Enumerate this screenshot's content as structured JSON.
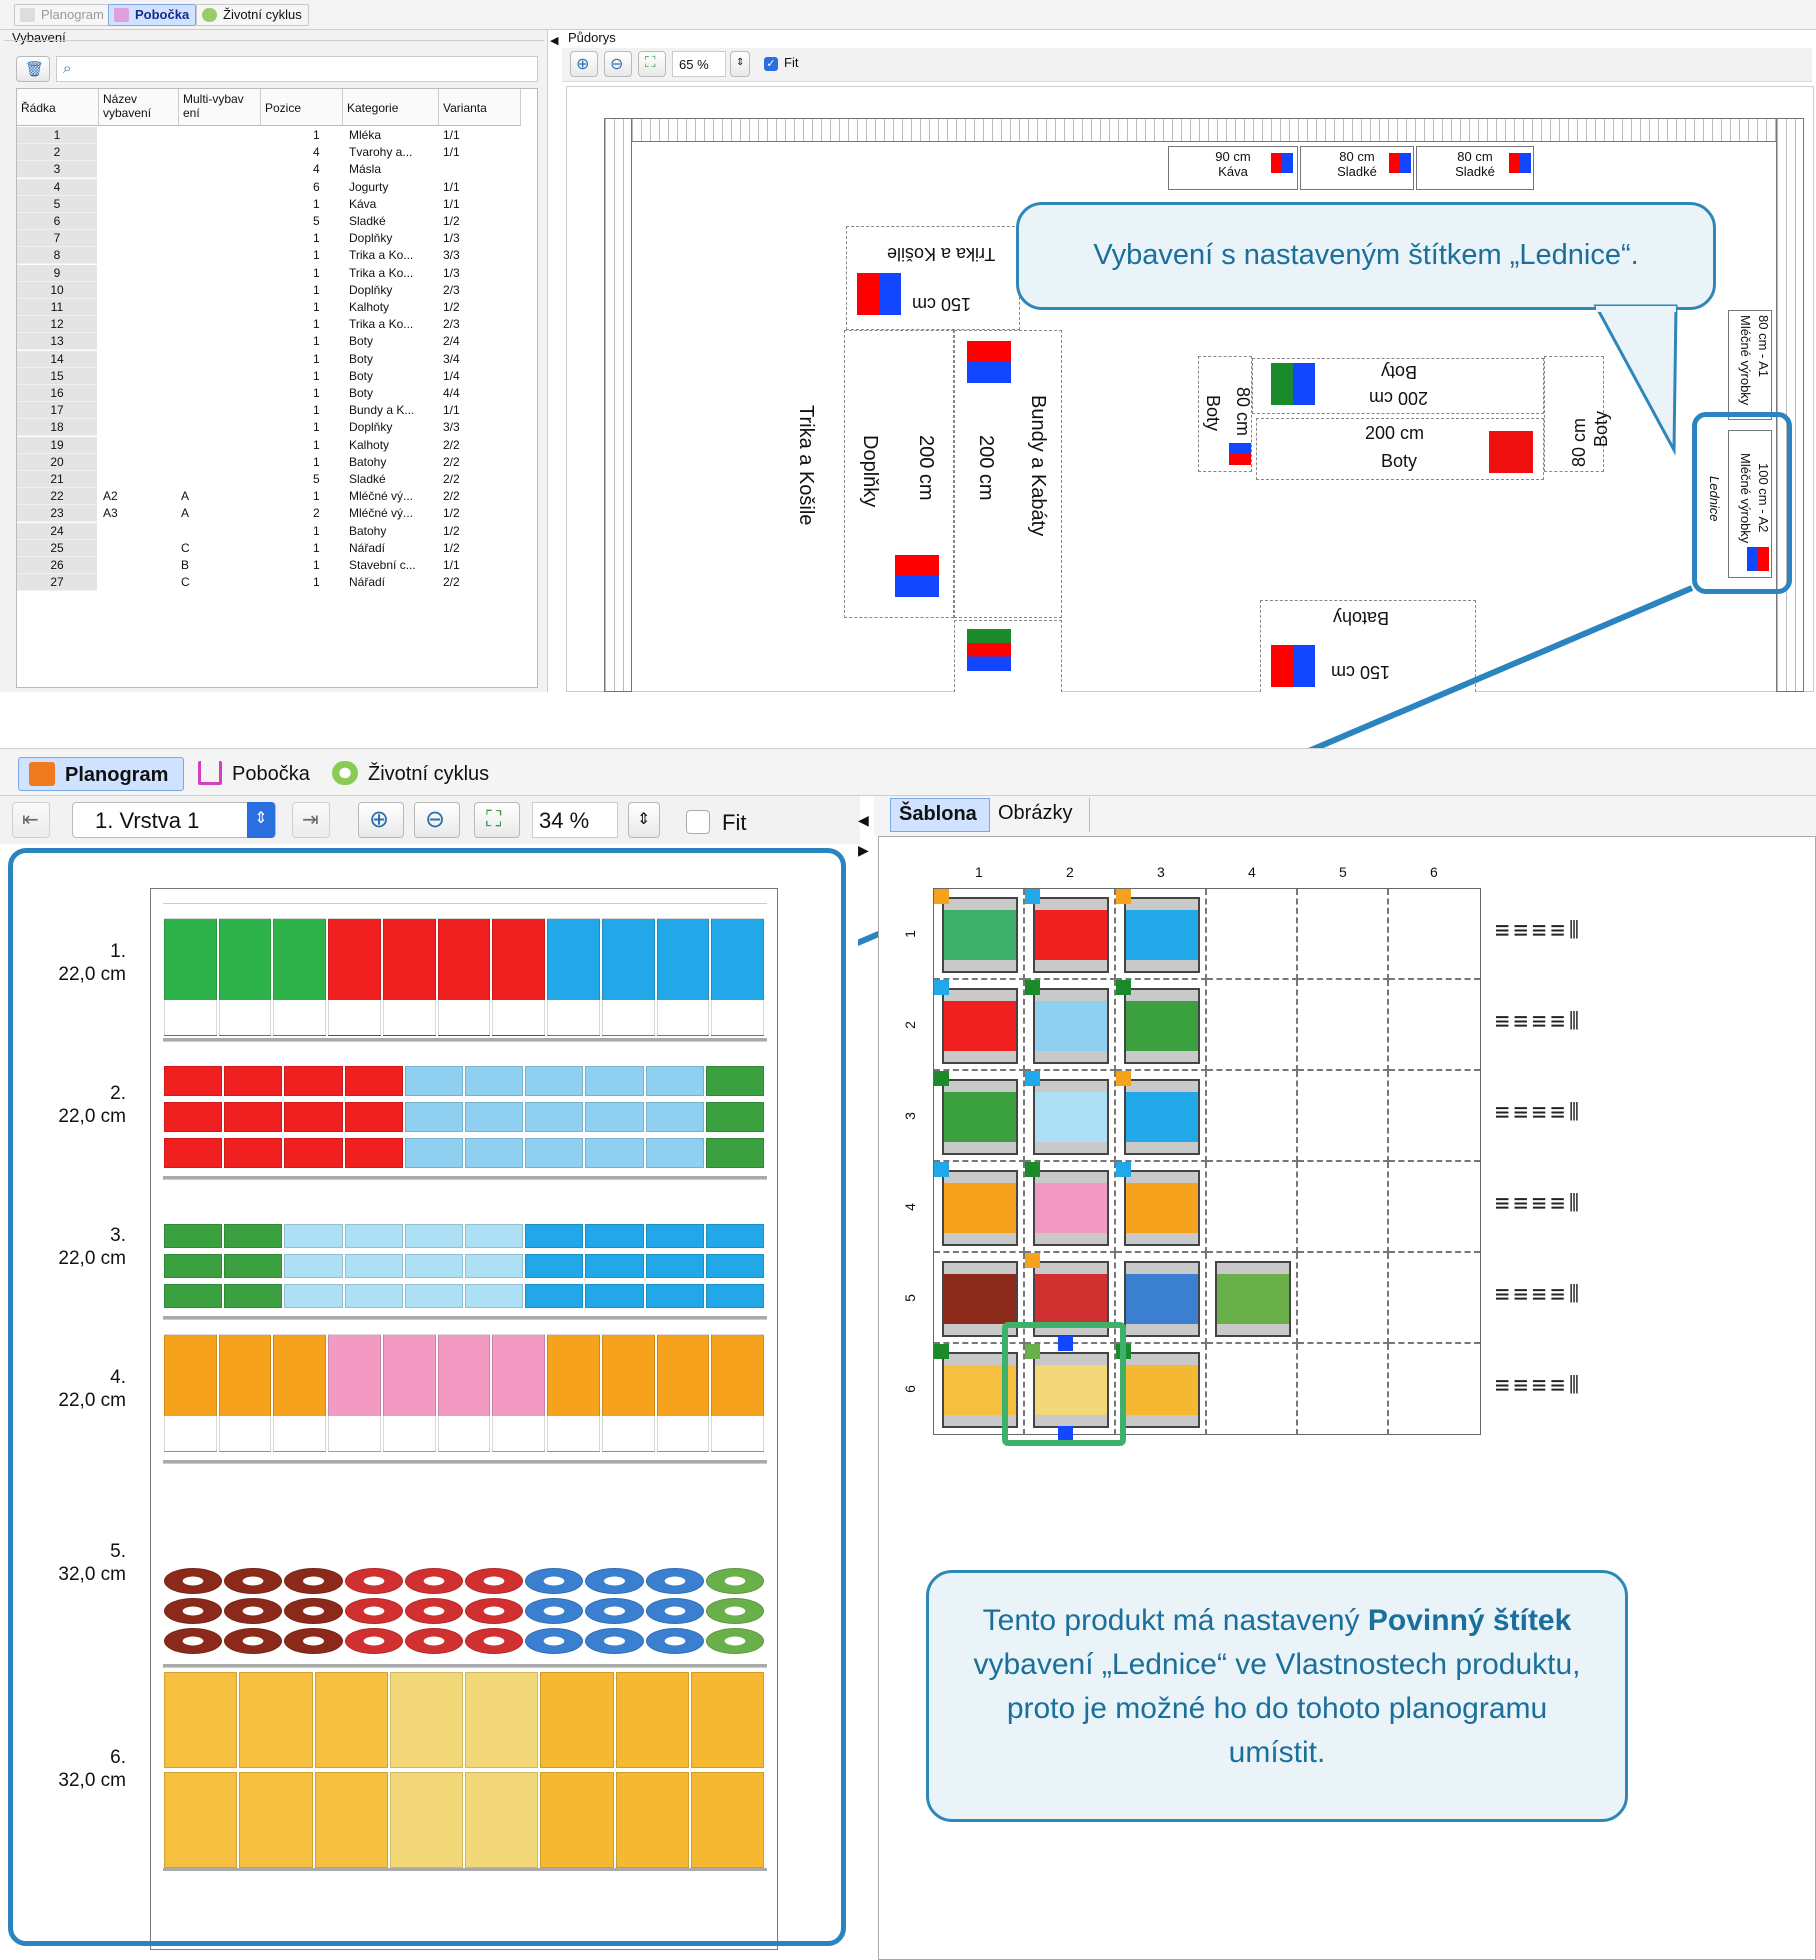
{
  "top_tabs": [
    "Planogram",
    "Pobočka",
    "Životní cyklus"
  ],
  "equipment": {
    "title": "Vybavení",
    "search_placeholder": "",
    "columns": [
      "Řádka",
      "Název vybavení",
      "Multi-vybav ení",
      "Pozice",
      "Kategorie",
      "Varianta"
    ],
    "rows": [
      [
        "1",
        "",
        "",
        "1",
        "Mléka",
        "1/1"
      ],
      [
        "2",
        "",
        "",
        "4",
        "Tvarohy a...",
        "1/1"
      ],
      [
        "3",
        "",
        "",
        "4",
        "Másla",
        ""
      ],
      [
        "4",
        "",
        "",
        "6",
        "Jogurty",
        "1/1"
      ],
      [
        "5",
        "",
        "",
        "1",
        "Káva",
        "1/1"
      ],
      [
        "6",
        "",
        "",
        "5",
        "Sladké",
        "1/2"
      ],
      [
        "7",
        "",
        "",
        "1",
        "Doplňky",
        "1/3"
      ],
      [
        "8",
        "",
        "",
        "1",
        "Trika a Ko...",
        "3/3"
      ],
      [
        "9",
        "",
        "",
        "1",
        "Trika a Ko...",
        "1/3"
      ],
      [
        "10",
        "",
        "",
        "1",
        "Doplňky",
        "2/3"
      ],
      [
        "11",
        "",
        "",
        "1",
        "Kalhoty",
        "1/2"
      ],
      [
        "12",
        "",
        "",
        "1",
        "Trika a Ko...",
        "2/3"
      ],
      [
        "13",
        "",
        "",
        "1",
        "Boty",
        "2/4"
      ],
      [
        "14",
        "",
        "",
        "1",
        "Boty",
        "3/4"
      ],
      [
        "15",
        "",
        "",
        "1",
        "Boty",
        "1/4"
      ],
      [
        "16",
        "",
        "",
        "1",
        "Boty",
        "4/4"
      ],
      [
        "17",
        "",
        "",
        "1",
        "Bundy a K...",
        "1/1"
      ],
      [
        "18",
        "",
        "",
        "1",
        "Doplňky",
        "3/3"
      ],
      [
        "19",
        "",
        "",
        "1",
        "Kalhoty",
        "2/2"
      ],
      [
        "20",
        "",
        "",
        "1",
        "Batohy",
        "2/2"
      ],
      [
        "21",
        "",
        "",
        "5",
        "Sladké",
        "2/2"
      ],
      [
        "22",
        "A2",
        "A",
        "1",
        "Mléčné vý...",
        "2/2"
      ],
      [
        "23",
        "A3",
        "A",
        "2",
        "Mléčné vý...",
        "1/2"
      ],
      [
        "24",
        "",
        "",
        "1",
        "Batohy",
        "1/2"
      ],
      [
        "25",
        "",
        "C",
        "1",
        "Nářadí",
        "1/2"
      ],
      [
        "26",
        "",
        "B",
        "1",
        "Stavební c...",
        "1/1"
      ],
      [
        "27",
        "",
        "C",
        "1",
        "Nářadí",
        "2/2"
      ]
    ]
  },
  "floorplan": {
    "title": "Půdorys",
    "zoom": "65 %",
    "fit_label": "Fit",
    "labels": {
      "kava_w": "90 cm",
      "kava": "Káva",
      "sl1_w": "80 cm",
      "sl1": "Sladké",
      "sl2_w": "80 cm",
      "sl2": "Sladké",
      "trika_top": "Trika a Košile",
      "w150": "150 cm",
      "trika_v": "Trika a Košile",
      "doplnky": "Doplňky",
      "w200a": "200 cm",
      "w200b": "200 cm",
      "bundy": "Bundy a Kabáty",
      "boty_t": "Boty",
      "w200c": "200 cm",
      "boty_v": "Boty",
      "w80a": "80 cm",
      "w80b": "80 cm",
      "boty_v2": "Boty",
      "w200d": "200 cm",
      "boty2": "Boty",
      "batohy": "Batohy",
      "w150b": "150 cm",
      "lednice1": "80 cm - A1",
      "lednice1b": "Mléčné výrobky",
      "lednice2": "100 cm - A2",
      "lednice2b": "Mléčné výrobky",
      "lednice_tag": "Lednice"
    }
  },
  "callout_top": "Vybavení s nastaveným štítkem „Lednice“.",
  "bottom_tabs": [
    "Planogram",
    "Pobočka",
    "Životní cyklus"
  ],
  "planogram": {
    "layer": "1. Vrstva 1",
    "zoom": "34 %",
    "fit_label": "Fit",
    "shelves": [
      {
        "n": "1.",
        "h": "22,0 cm"
      },
      {
        "n": "2.",
        "h": "22,0 cm"
      },
      {
        "n": "3.",
        "h": "22,0 cm"
      },
      {
        "n": "4.",
        "h": "22,0 cm"
      },
      {
        "n": "5.",
        "h": "32,0 cm"
      },
      {
        "n": "6.",
        "h": "32,0 cm"
      }
    ]
  },
  "template_tabs": [
    "Šablona",
    "Obrázky"
  ],
  "grid": {
    "cols": [
      "1",
      "2",
      "3",
      "4",
      "5",
      "6"
    ],
    "rows": [
      "1",
      "2",
      "3",
      "4",
      "5",
      "6"
    ]
  },
  "callout_bottom": {
    "pre": "Tento produkt má nastavený ",
    "bold": "Povinný štítek",
    "post": " vybavení „Lednice“ ve Vlastnostech produktu, proto je možné ho do tohoto planogramu umístit."
  },
  "colors": {
    "accent": "#2b84bf",
    "green": "#3fb06a"
  }
}
